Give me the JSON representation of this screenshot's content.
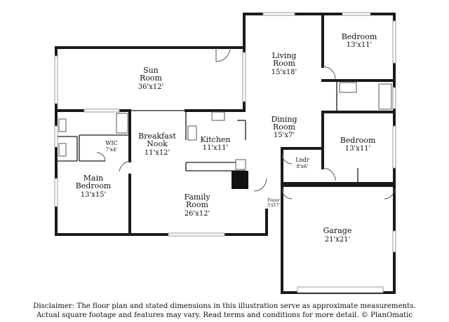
{
  "rooms": {
    "sun_room": {
      "name_lines": [
        "Sun",
        "Room"
      ],
      "dims": "36'x12'"
    },
    "living_room": {
      "name_lines": [
        "Living",
        "Room"
      ],
      "dims": "15'x18'"
    },
    "bedroom_top": {
      "name_lines": [
        "Bedroom"
      ],
      "dims": "13'x11'"
    },
    "dining_room": {
      "name_lines": [
        "Dining",
        "Room"
      ],
      "dims": "15'x7'"
    },
    "bedroom_mid": {
      "name_lines": [
        "Bedroom"
      ],
      "dims": "13'x11'"
    },
    "breakfast_nook": {
      "name_lines": [
        "Breakfast",
        "Nook"
      ],
      "dims": "11'x12'"
    },
    "kitchen": {
      "name_lines": [
        "Kitchen"
      ],
      "dims": "11'x11'"
    },
    "wic": {
      "name_lines": [
        "WIC"
      ],
      "dims": "7'x4'"
    },
    "main_bedroom": {
      "name_lines": [
        "Main",
        "Bedroom"
      ],
      "dims": "13'x15'"
    },
    "laundry": {
      "name_lines": [
        "Lndr"
      ],
      "dims": "8'x6'"
    },
    "family_room": {
      "name_lines": [
        "Family",
        "Room"
      ],
      "dims": "26'x12'"
    },
    "foyer": {
      "name_lines": [
        "Foyer"
      ],
      "dims": "3'x17'"
    },
    "garage": {
      "name_lines": [
        "Garage"
      ],
      "dims": "21'x21'"
    }
  },
  "disclaimer": {
    "line1": "Disclaimer: The floor plan and stated dimensions in this illustration serve as approximate measurements.",
    "line2": "Actual square footage and features may vary. Read terms and conditions for more detail. © PlanOmatic"
  },
  "colors": {
    "wall": "#1a1a1a",
    "window": "#9a9a9a",
    "background": "#ffffff",
    "fill_block": "#111111"
  }
}
